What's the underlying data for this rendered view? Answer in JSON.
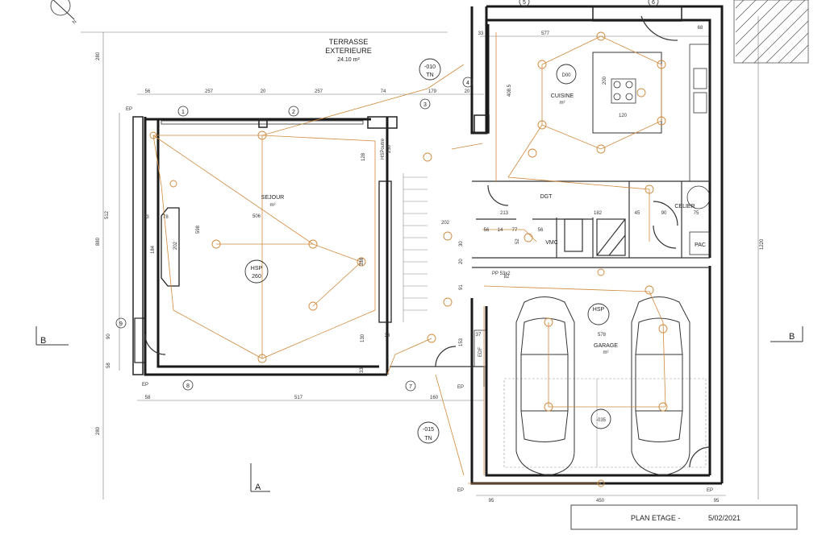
{
  "rooms": {
    "terrasse": {
      "name": "TERRASSE",
      "name2": "EXTERIEURE",
      "area": "24.10 m²"
    },
    "sejour": {
      "name": "SEJOUR",
      "area": "m²",
      "hsp_label": "HSP",
      "hsp_value": "260"
    },
    "cuisine": {
      "name": "CUISINE",
      "area": "m²",
      "code": "D00"
    },
    "dgt": {
      "name": "DGT"
    },
    "celier": {
      "name": "CELIER"
    },
    "vmc": {
      "name": "VMC"
    },
    "pac": {
      "name": "PAC"
    },
    "garage": {
      "name": "GARAGE",
      "area": "m²",
      "hsp_label": "HSP",
      "hsp_value": "578"
    },
    "edf": {
      "name": "EDF"
    }
  },
  "levels": {
    "tn_top": "-010",
    "tn_top_sub": "TN",
    "tn_bottom": "-015",
    "tn_bottom_sub": "TN",
    "garage_level": "-035"
  },
  "hsp_poutre": {
    "label": "HSPoutre",
    "value": "230"
  },
  "section_marks": {
    "b_left": "B",
    "b_right": "B",
    "a": "A"
  },
  "ep_labels": [
    "EP",
    "EP",
    "EP",
    "EP",
    "EP"
  ],
  "markers": [
    "1",
    "2",
    "3",
    "4",
    "5",
    "6",
    "7",
    "8",
    "9"
  ],
  "pp_label": "PP 53x2",
  "title_block": {
    "title": "PLAN ETAGE -",
    "date": "5/02/2021"
  },
  "dims": {
    "top": [
      "56",
      "257",
      "20",
      "257",
      "74",
      "179",
      "20",
      "33",
      "577",
      "68"
    ],
    "left": [
      "280",
      "512",
      "880",
      "280"
    ],
    "right": [
      "1220"
    ],
    "bottom": [
      "58",
      "517",
      "160",
      "95",
      "450",
      "95"
    ],
    "inner": [
      "78",
      "184",
      "202",
      "598",
      "506",
      "338",
      "128",
      "202",
      "408.5",
      "200",
      "120",
      "213",
      "56",
      "14",
      "77",
      "56",
      "182",
      "45",
      "90",
      "75",
      "30",
      "52",
      "82",
      "20",
      "91",
      "37",
      "153",
      "130",
      "33",
      "90",
      "58",
      "33",
      "33"
    ]
  }
}
